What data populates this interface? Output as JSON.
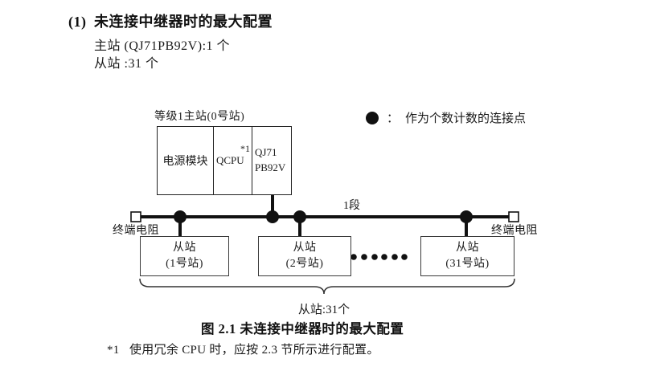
{
  "heading": {
    "number": "(1)",
    "text": "未连接中继器时的最大配置"
  },
  "intro": {
    "master_count": "主站 (QJ71PB92V):1 个",
    "slave_count": "从站 :31 个"
  },
  "diagram": {
    "master_station": {
      "label": "等级1主站(0号站)",
      "power_module": "电源模块",
      "cpu": "QCPU",
      "cpu_note": "*1",
      "network_module_line1": "QJ71",
      "network_module_line2": "PB92V"
    },
    "legend": {
      "colon": "：",
      "text": "作为个数计数的连接点"
    },
    "segment_label": "1段",
    "terminator_left": "终端电阻",
    "terminator_right": "终端电阻",
    "slaves": [
      {
        "line1": "从站",
        "line2": "(1号站)"
      },
      {
        "line1": "从站",
        "line2": "(2号站)"
      },
      {
        "line1": "从站",
        "line2": "(31号站)"
      }
    ],
    "brace_label": "从站:31个",
    "icons": {
      "connection_point": "filled-circle-icon",
      "terminating_resistor": "open-square-icon",
      "continuation": "ellipsis-dots-icon"
    }
  },
  "caption": "图 2.1 未连接中继器时的最大配置",
  "footnote": {
    "marker": "*1",
    "text": "使用冗余 CPU 时，应按 2.3 节所示进行配置。"
  },
  "colors": {
    "line": "#111111",
    "box_border": "#3a3a3a",
    "text": "#1a1a1a"
  }
}
